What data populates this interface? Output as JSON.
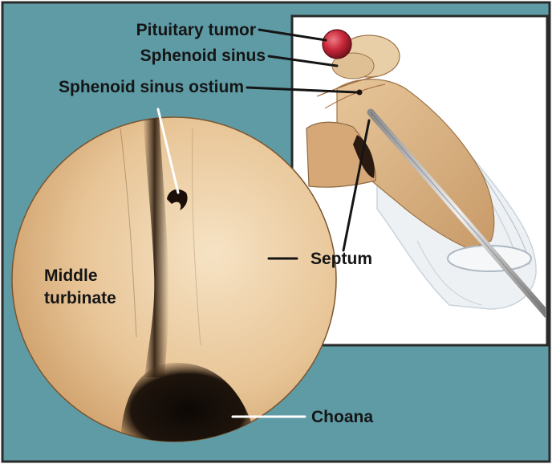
{
  "colors": {
    "background": "#5e9ba5",
    "frame": "#2a2a2a",
    "tissue_light": "#efd5b0",
    "tissue_mid": "#d7ac78",
    "tissue_dark": "#1b120c",
    "tumor": "#c7283a",
    "inset_bg": "#ffffff"
  },
  "labels": {
    "pituitary_tumor": "Pituitary tumor",
    "sphenoid_sinus": "Sphenoid sinus",
    "sphenoid_sinus_ostium": "Sphenoid sinus ostium",
    "septum": "Septum",
    "middle_turbinate_line1": "Middle",
    "middle_turbinate_line2": "turbinate",
    "choana": "Choana"
  }
}
